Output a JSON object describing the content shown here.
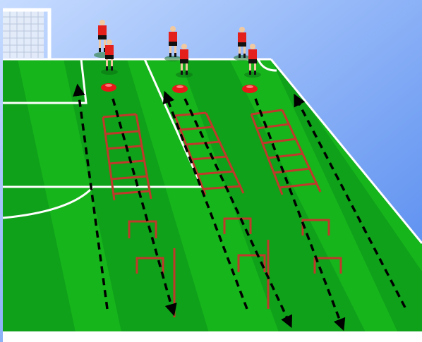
{
  "diagram": {
    "kind": "football-drill",
    "colors": {
      "sky_top": "#b9d2ff",
      "sky_bottom": "#5d8ff0",
      "pitch_light": "#1fc11f",
      "pitch_dark": "#0f9d1a",
      "lines": "#ffffff",
      "equipment": "#c0392b",
      "cone": "#e81818",
      "arrows": "#000000",
      "player_shirt": "#e3201b",
      "player_shorts": "#111111"
    },
    "stations": [
      {
        "players": 2,
        "cones": 1,
        "ladders": 1,
        "hurdles": 2,
        "poles": 1,
        "arrows": 2
      },
      {
        "players": 2,
        "cones": 1,
        "ladders": 1,
        "hurdles": 2,
        "poles": 1,
        "arrows": 2
      },
      {
        "players": 2,
        "cones": 1,
        "ladders": 1,
        "hurdles": 2,
        "poles": 0,
        "arrows": 2
      }
    ]
  }
}
